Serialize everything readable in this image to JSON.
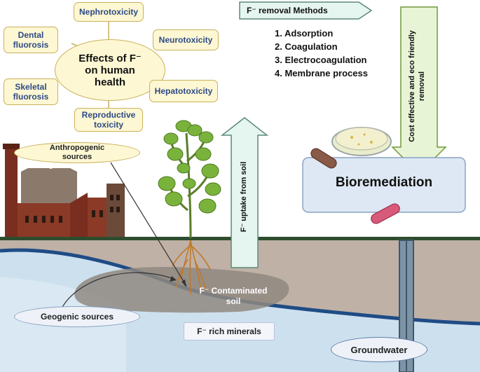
{
  "effects": {
    "center": "Effects of F⁻ on human health",
    "items": [
      "Nephrotoxicity",
      "Neurotoxicity",
      "Hepatotoxicity",
      "Reproductive toxicity",
      "Skeletal fluorosis",
      "Dental fluorosis"
    ]
  },
  "removal": {
    "title": "F⁻ removal Methods",
    "methods": [
      "1.  Adsorption",
      "2.  Coagulation",
      "3.  Electrocoagulation",
      "4.  Membrane process"
    ]
  },
  "eco_arrow": "Cost effective and eco friendly removal",
  "bioremediation": "Bioremediation",
  "uptake": "F⁻ uptake from soil",
  "sources": {
    "anthropogenic": "Anthropogenic sources",
    "geogenic": "Geogenic sources"
  },
  "soil": {
    "contaminated": "F⁻ Contaminated soil",
    "minerals": "F⁻ rich minerals",
    "groundwater": "Groundwater"
  },
  "colors": {
    "box_fill": "#fdf7d3",
    "box_border": "#c9b15a",
    "box_text": "#2d4a86",
    "arrow_fill": "#e5f5ef",
    "soil": "#bfb1a6",
    "water": "#cde0ee",
    "ground_line": "#2e4d2e",
    "water_line": "#1f4c85"
  }
}
